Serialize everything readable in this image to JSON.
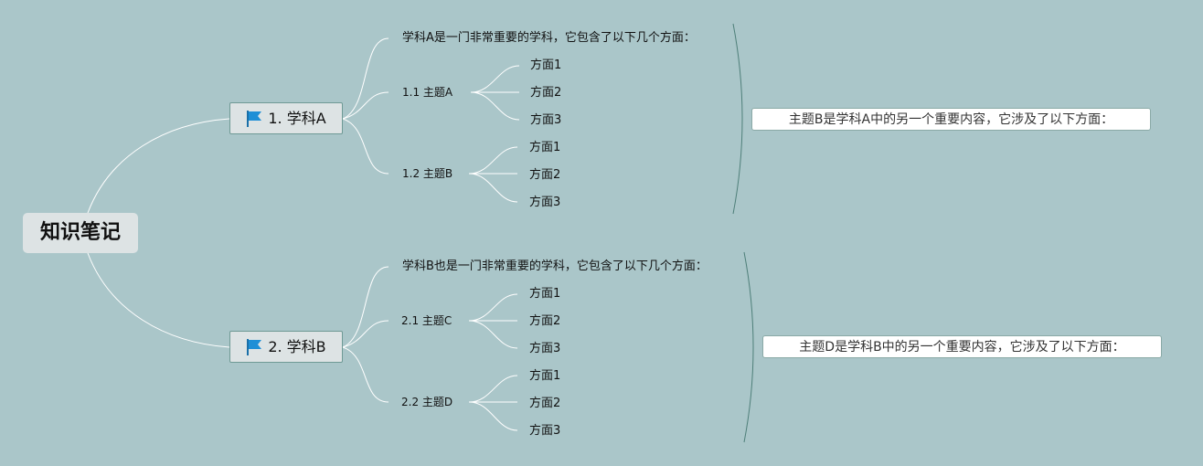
{
  "colors": {
    "background": "#aac6c9",
    "link": "#ffffff",
    "summary_bracket": "#4e7f79",
    "flag": "#1e8fd6"
  },
  "root": {
    "label": "知识笔记"
  },
  "branches": [
    {
      "label": "1. 学科A",
      "icon": "flag-icon",
      "description": "学科A是一门非常重要的学科，它包含了以下几个方面：",
      "topics": [
        {
          "label": "1.1 主题A",
          "leaves": [
            "方面1",
            "方面2",
            "方面3"
          ]
        },
        {
          "label": "1.2 主题B",
          "leaves": [
            "方面1",
            "方面2",
            "方面3"
          ]
        }
      ],
      "summary": "主题B是学科A中的另一个重要内容，它涉及了以下方面："
    },
    {
      "label": "2. 学科B",
      "icon": "flag-icon",
      "description": "学科B也是一门非常重要的学科，它包含了以下几个方面：",
      "topics": [
        {
          "label": "2.1 主题C",
          "leaves": [
            "方面1",
            "方面2",
            "方面3"
          ]
        },
        {
          "label": "2.2 主题D",
          "leaves": [
            "方面1",
            "方面2",
            "方面3"
          ]
        }
      ],
      "summary": "主题D是学科B中的另一个重要内容，它涉及了以下方面："
    }
  ]
}
